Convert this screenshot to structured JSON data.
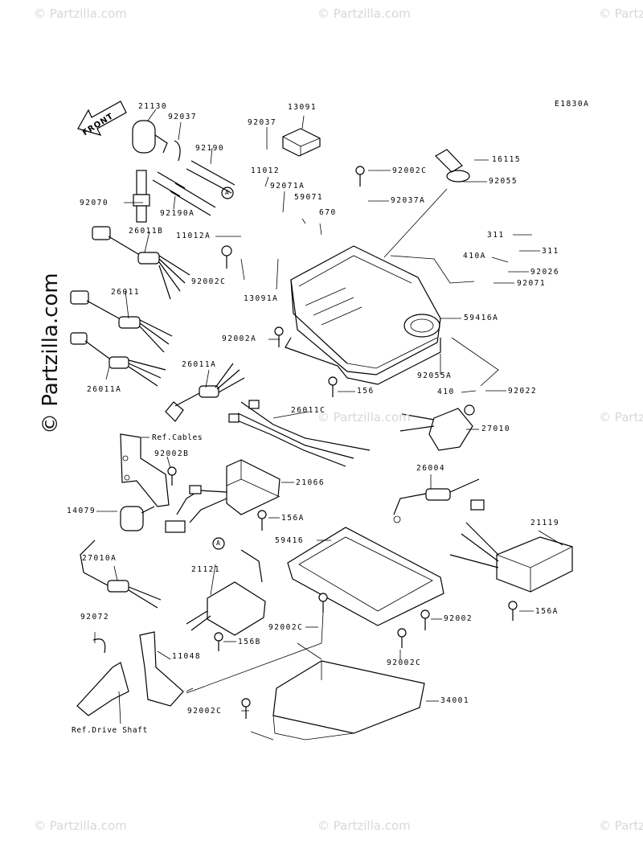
{
  "diagram_code": "E1830A",
  "front_label": "FRONT",
  "watermark_side": "© Partzilla.com",
  "watermark_tile": "© Partzilla.com",
  "labels": {
    "p21130": "21130",
    "p92037_top": "92037",
    "p13091": "13091",
    "p92037_mid": "92037",
    "p92190": "92190",
    "p11012": "11012",
    "p92071A": "92071A",
    "p59071": "59071",
    "p670": "670",
    "p92002C_top": "92002C",
    "p16115": "16115",
    "p92055": "92055",
    "p92037A": "92037A",
    "p92070": "92070",
    "p92190A": "92190A",
    "p26011B": "26011B",
    "p11012A": "11012A",
    "p92002C_mid": "92002C",
    "p13091A": "13091A",
    "p311a": "311",
    "p311b": "311",
    "p410A": "410A",
    "p92026": "92026",
    "p92071": "92071",
    "p59416A": "59416A",
    "p26011": "26011",
    "p92002A": "92002A",
    "p92055A": "92055A",
    "p92022": "92022",
    "p156": "156",
    "p410": "410",
    "p26011A_left": "26011A",
    "p26011A_mid": "26011A",
    "p26011C": "26011C",
    "p27010": "27010",
    "ref_cables": "Ref.Cables",
    "p92002B": "92002B",
    "p21066": "21066",
    "p26004": "26004",
    "p14079": "14079",
    "p156A_mid": "156A",
    "p59416": "59416",
    "p21119": "21119",
    "p27010A": "27010A",
    "callout_a1": "A",
    "callout_a2": "A",
    "p21121": "21121",
    "p92002C_low": "92002C",
    "p92002": "92002",
    "p156A_right": "156A",
    "p92072": "92072",
    "p156B": "156B",
    "p11048": "11048",
    "p92002C_low2": "92002C",
    "p34001": "34001",
    "p92002C_bottom": "92002C",
    "ref_drive_shaft": "Ref.Drive Shaft"
  }
}
